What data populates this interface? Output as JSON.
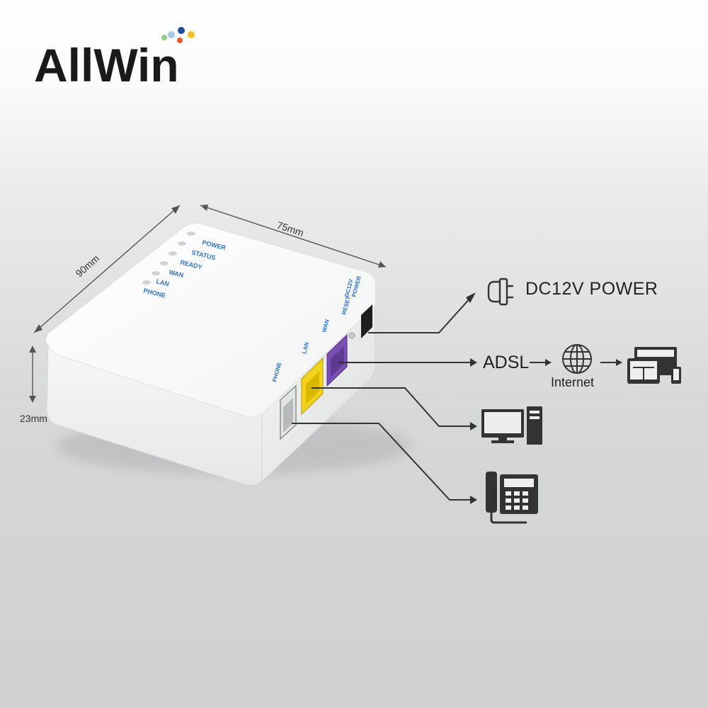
{
  "logo": {
    "text": "AllWin"
  },
  "device": {
    "led_labels": [
      "POWER",
      "STATUS",
      "READY",
      "WAN",
      "LAN",
      "PHONE"
    ],
    "port_labels": {
      "dc": "DC12V",
      "power": "POWER",
      "reset": "RESET",
      "wan": "WAN",
      "lan": "LAN",
      "phone": "PHONE"
    },
    "dimensions": {
      "width": "75mm",
      "depth": "90mm",
      "height": "23mm"
    }
  },
  "connections": {
    "power_label": "DC12V POWER",
    "adsl_label": "ADSL",
    "internet_label": "Internet"
  },
  "colors": {
    "line": "#333333",
    "led_text": "#2d72c6",
    "wan_port": "#7a4fb3",
    "lan_port": "#f3d21a"
  }
}
